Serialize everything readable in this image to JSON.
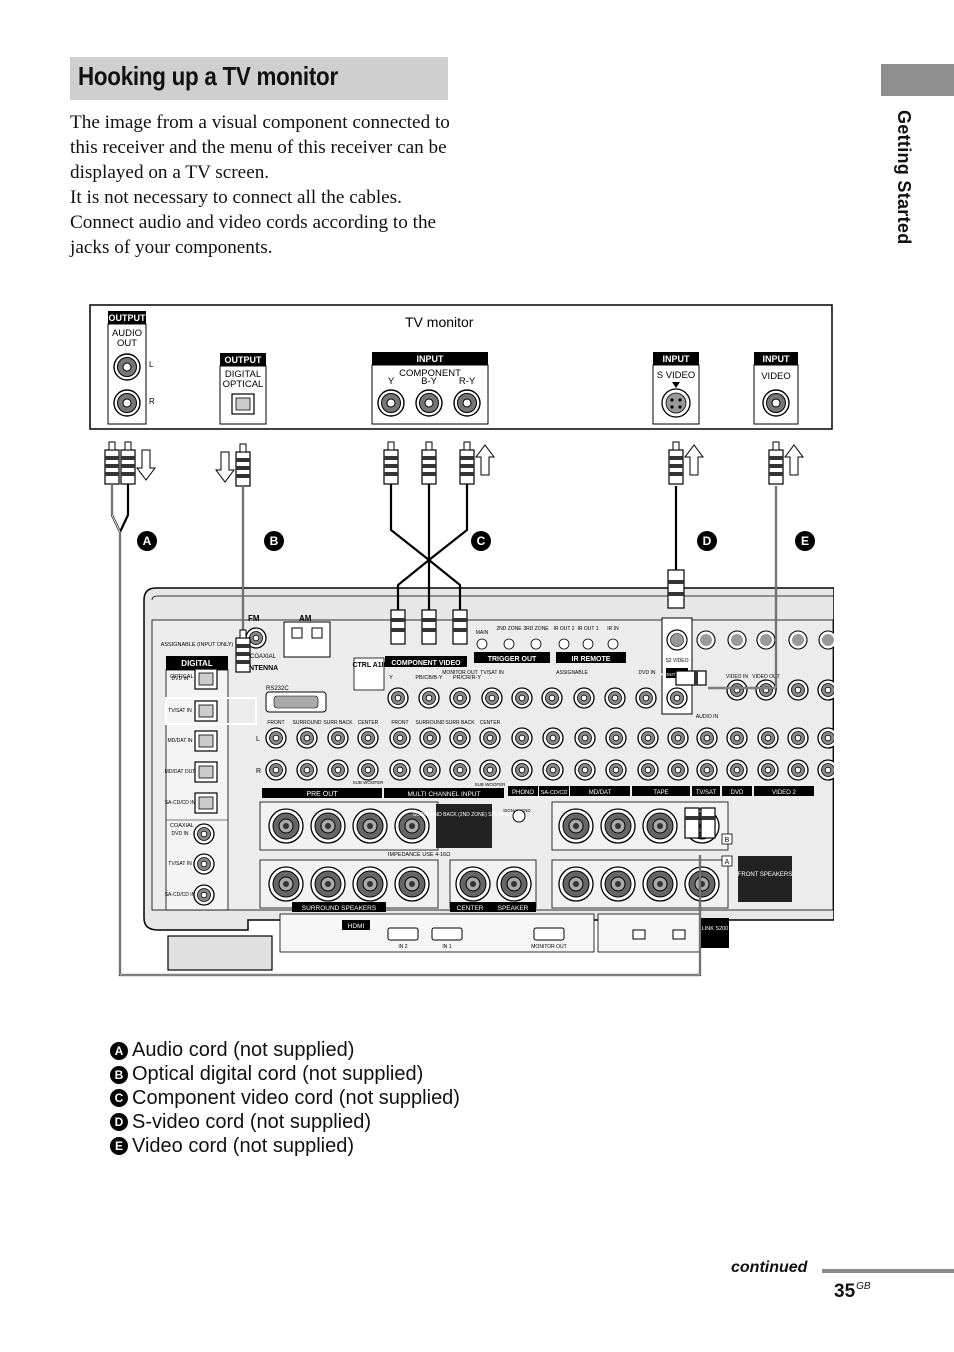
{
  "section": {
    "title": "Hooking up a TV monitor"
  },
  "intro": [
    "The image from a visual component connected to this receiver and the menu of this receiver can be displayed on a TV screen.",
    "It is not necessary to connect all the cables.",
    "Connect audio and video cords according to the jacks of your components."
  ],
  "side_tab": "Getting Started",
  "tv": {
    "label": "TV monitor",
    "out_audio": {
      "header": "OUTPUT",
      "line1": "AUDIO",
      "line2": "OUT",
      "l": "L",
      "r": "R"
    },
    "out_optical": {
      "header": "OUTPUT",
      "line1": "DIGITAL",
      "line2": "OPTICAL"
    },
    "in_component": {
      "header": "INPUT",
      "name": "COMPONENT",
      "y": "Y",
      "by": "B-Y",
      "ry": "R-Y"
    },
    "in_svideo": {
      "header": "INPUT",
      "name": "S VIDEO"
    },
    "in_video": {
      "header": "INPUT",
      "name": "VIDEO"
    }
  },
  "cable_labels": [
    "A",
    "B",
    "C",
    "D",
    "E"
  ],
  "receiver": {
    "digital": "DIGITAL",
    "assignable_input": "ASSIGNABLE (INPUT ONLY)",
    "optical": "OPTICAL",
    "coaxial": "COAXIAL",
    "digital_jacks": [
      "DVD IN",
      "TV/SAT IN",
      "MD/DAT IN",
      "MD/DAT OUT",
      "SA-CD/CD IN"
    ],
    "coax_jacks": [
      "DVD IN",
      "TV/SAT IN",
      "SA-CD/CD IN"
    ],
    "fm": "FM",
    "am": "AM",
    "antenna": "ANTENNA",
    "coaxial_ant": "COAXIAL",
    "rs232c": "RS232C",
    "ctrl": "CTRL A1II",
    "component_video": "COMPONENT VIDEO",
    "trigger_out": "TRIGGER OUT",
    "trigger_cols": [
      "MAIN",
      "2ND ZONE",
      "3RD ZONE"
    ],
    "ir_remote": "IR REMOTE",
    "ir_cols": [
      "IR OUT 2",
      "IR OUT 1",
      "IR IN"
    ],
    "comp_cols": [
      "Y",
      "PB/CB/B-Y",
      "PR/CR/R-Y"
    ],
    "monitor_out": "MONITOR OUT",
    "tvsat_in": "TV/SAT IN",
    "dvd_in": "DVD IN",
    "assignable": "ASSIGNABLE",
    "pre_out": "PRE OUT",
    "pre_cols": [
      "FRONT",
      "SURROUND",
      "SURR BACK",
      "CENTER"
    ],
    "subwoofer": "SUB WOOFER",
    "multi_channel_input": "MULTI CHANNEL INPUT",
    "multi_cols": [
      "FRONT",
      "SURROUND",
      "SURR BACK",
      "CENTER"
    ],
    "lr": [
      "L",
      "R"
    ],
    "phono": "PHONO",
    "sacd": "SA-CD/CD",
    "mddat": "MD/DAT",
    "tape": "TAPE",
    "tvsat": "TV/SAT",
    "dvd": "DVD",
    "video2": "VIDEO 2",
    "in_out": [
      "IN",
      "OUT"
    ],
    "audio_in": "AUDIO IN",
    "video_in": "VIDEO IN",
    "video_out": "VIDEO OUT",
    "s2video": "S2 VIDEO",
    "signal_gnd": "SIGNAL GND",
    "surround_back": "SURROUND BACK (2ND ZONE) SPEAKERS",
    "impedance": "IMPEDANCE USE 4-16Ω",
    "surround_speakers": "SURROUND SPEAKERS",
    "center": "CENTER",
    "speaker": "SPEAKER",
    "front_speakers": "FRONT SPEAKERS",
    "hdmi": "HDMI",
    "hdmi_jacks": [
      "IN 2",
      "IN 1",
      "MONITOR OUT"
    ],
    "dlink": "LINK S200",
    "speaker_ab": [
      "A",
      "B"
    ]
  },
  "legend": [
    {
      "badge": "A",
      "text": "Audio cord (not supplied)"
    },
    {
      "badge": "B",
      "text": "Optical digital cord (not supplied)"
    },
    {
      "badge": "C",
      "text": "Component video cord (not supplied)"
    },
    {
      "badge": "D",
      "text": "S-video cord (not supplied)"
    },
    {
      "badge": "E",
      "text": "Video cord (not supplied)"
    }
  ],
  "footer": {
    "continued": "continued",
    "page": "35",
    "page_suffix": "GB"
  }
}
